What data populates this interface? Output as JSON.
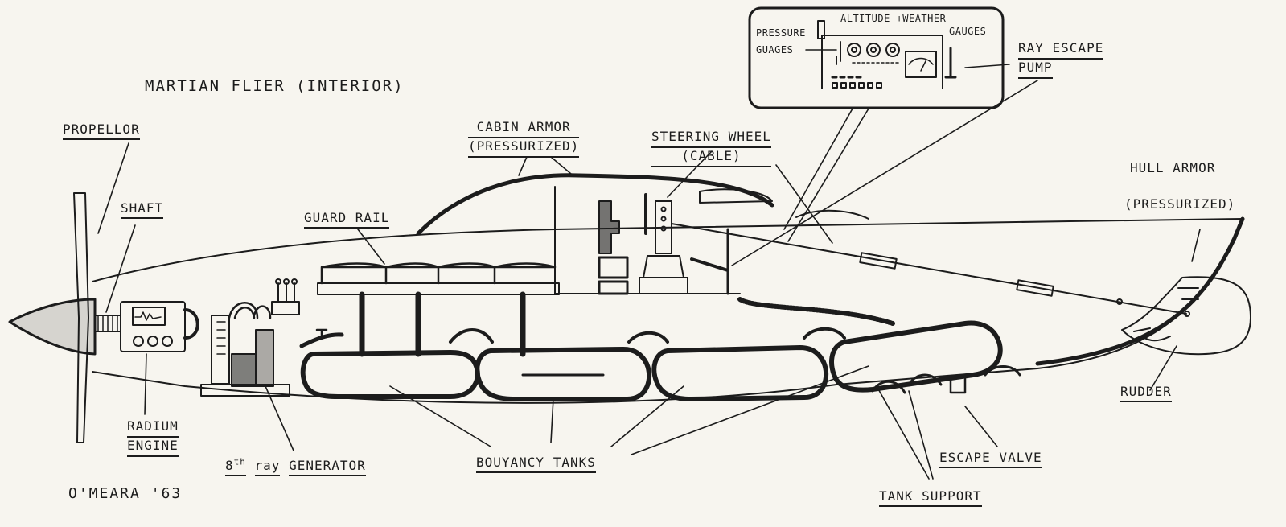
{
  "title": "MARTIAN FLIER (INTERIOR)",
  "signature": "O'MEARA '63",
  "inset": {
    "title": "ALTITUDE +WEATHER",
    "gauges_right": "GAUGES",
    "pressure_1": "PRESSURE",
    "pressure_2": "GUAGES"
  },
  "labels": {
    "propellor": "PROPELLOR",
    "shaft": "SHAFT",
    "radium_1": "RADIUM",
    "radium_2": "ENGINE",
    "ray_gen_8": "8",
    "ray_gen_th": "th",
    "ray_gen_ray": "ray",
    "ray_gen_rest": "GENERATOR",
    "guard_rail": "GUARD RAIL",
    "cabin_armor": "CABIN ARMOR",
    "cabin_pressurized": "(PRESSURIZED)",
    "steering_wheel": "STEERING WHEEL",
    "steering_cable": "(CABLE)",
    "ray_escape_1": "RAY ESCAPE",
    "ray_escape_2": "PUMP",
    "hull_armor": "HULL ARMOR",
    "hull_pressurized": "(PRESSURIZED)",
    "rudder": "RUDDER",
    "bouyancy_tanks": "BOUYANCY TANKS",
    "escape_valve": "ESCAPE VALVE",
    "tank_support": "TANK SUPPORT"
  },
  "colors": {
    "ink": "#1c1c1c",
    "paper": "#f7f5ef"
  }
}
